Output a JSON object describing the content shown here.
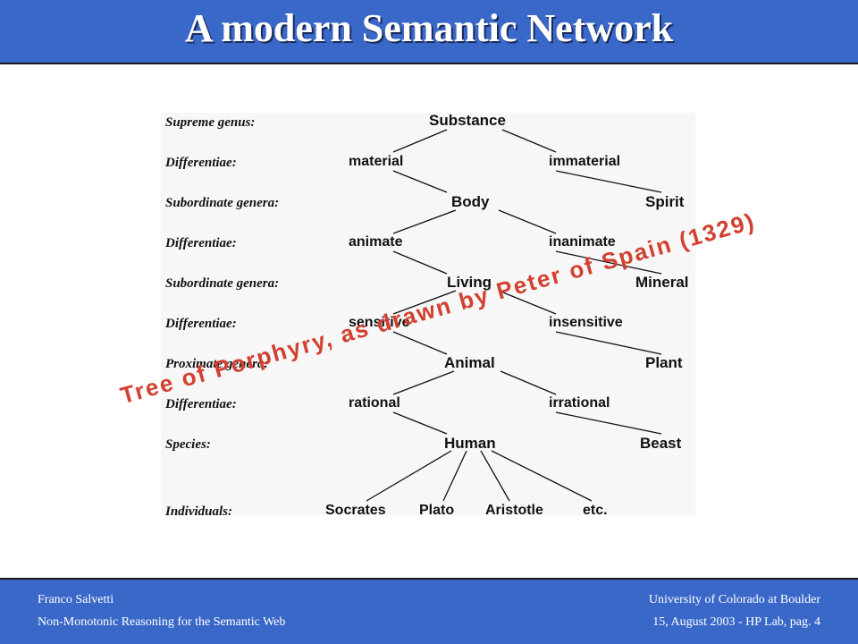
{
  "slide": {
    "title": "A modern Semantic Network"
  },
  "levels": [
    "Supreme genus:",
    "Differentiae:",
    "Subordinate genera:",
    "Differentiae:",
    "Subordinate genera:",
    "Differentiae:",
    "Proximate genera:",
    "Differentiae:",
    "Species:",
    "Individuals:"
  ],
  "nodes": {
    "substance": "Substance",
    "material": "material",
    "immaterial": "immaterial",
    "body": "Body",
    "spirit": "Spirit",
    "animate": "animate",
    "inanimate": "inanimate",
    "living": "Living",
    "mineral": "Mineral",
    "sensitive": "sensitive",
    "insensitive": "insensitive",
    "animal": "Animal",
    "plant": "Plant",
    "rational": "rational",
    "irrational": "irrational",
    "human": "Human",
    "beast": "Beast",
    "socrates": "Socrates",
    "plato": "Plato",
    "aristotle": "Aristotle",
    "etc": "etc."
  },
  "overlay_caption": "Tree of Porphyry, as drawn by Peter of Spain (1329)",
  "footer": {
    "author": "Franco Salvetti",
    "course": "Non-Monotonic Reasoning for the Semantic Web",
    "institution": "University of Colorado at Boulder",
    "date_page": "15, August 2003 - HP Lab, pag. 4"
  },
  "colors": {
    "header_bg": "#3a68c8",
    "caption": "#d24030"
  }
}
